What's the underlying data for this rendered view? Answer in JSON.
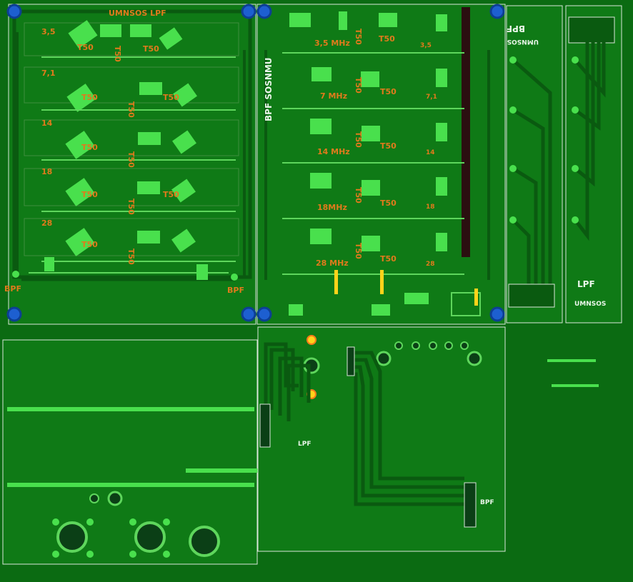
{
  "window": {
    "title": ""
  },
  "colors": {
    "board": "#0b6b12",
    "copper": "#0f7a16",
    "trace": "#5ed65c",
    "pad": "#49e04d",
    "outline": "#d9e6d9",
    "silk": "#e07a1c",
    "mount": "#1d5fd0"
  },
  "boards": {
    "lpf_top": {
      "title": "UMNSOS LPF",
      "bands": [
        "3,5",
        "7,1",
        "14",
        "18",
        "28"
      ],
      "cores": [
        "T50",
        "T50",
        "T50",
        "T50",
        "T50",
        "T50",
        "T50",
        "T50",
        "T50",
        "T50",
        "T50",
        "T50",
        "T50"
      ],
      "bottom_left": "BPF",
      "bottom_right": "BPF"
    },
    "bpf_top": {
      "side_label": "BPF SOSNMU",
      "bands": [
        "3,5 MHz",
        "7 MHz",
        "14 MHz",
        "18MHz",
        "28 MHz"
      ],
      "cores": [
        "T50",
        "T50",
        "T50",
        "T50",
        "T50",
        "T50",
        "T50",
        "T50",
        "T50",
        "T50"
      ],
      "row_tags": [
        "3,5",
        "7,1",
        "14",
        "18",
        "28"
      ]
    },
    "strip_right_1": {
      "title": "BPF",
      "subtitle": "UMNSOS"
    },
    "strip_right_2": {
      "title": "LPF",
      "subtitle": "UMNSOS"
    },
    "bottom_mid": {
      "label_left": "LPF",
      "label_right": "BPF"
    }
  }
}
